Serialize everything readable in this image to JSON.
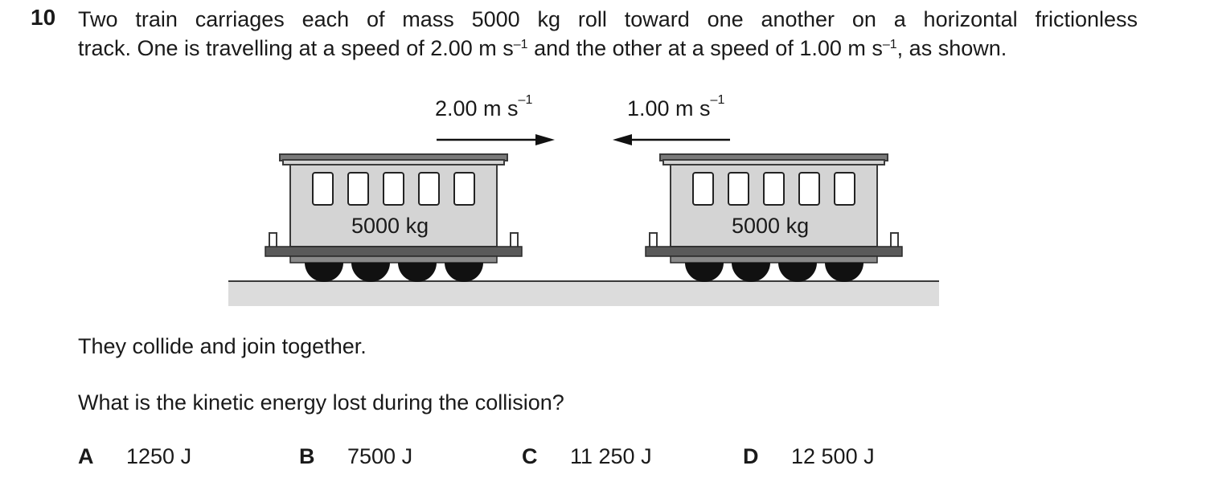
{
  "question": {
    "number": "10",
    "line1": "Two train carriages each of mass 5000 kg roll toward one another on a horizontal frictionless",
    "line2_a": "track. One is travelling at a speed of 2.00 m s",
    "line2_sup1": "–1",
    "line2_b": " and the other at a speed of 1.00 m s",
    "line2_sup2": "–1",
    "line2_c": ", as shown."
  },
  "diagram": {
    "left_velocity": {
      "value": "2.00 m s",
      "exp": "–1",
      "direction": "right"
    },
    "right_velocity": {
      "value": "1.00 m s",
      "exp": "–1",
      "direction": "left"
    },
    "left_mass": "5000 kg",
    "right_mass": "5000 kg",
    "colors": {
      "body": "#d4d4d4",
      "outline": "#3a3a3a",
      "wheels": "#111111",
      "track": "#dcdcdc",
      "frame": "#5a5a5a"
    }
  },
  "text_after": "They collide and join together.",
  "prompt": "What is the kinetic energy lost during the collision?",
  "options": [
    {
      "letter": "A",
      "value": "1250 J"
    },
    {
      "letter": "B",
      "value": "7500 J"
    },
    {
      "letter": "C",
      "value": "11 250 J"
    },
    {
      "letter": "D",
      "value": "12 500 J"
    }
  ]
}
